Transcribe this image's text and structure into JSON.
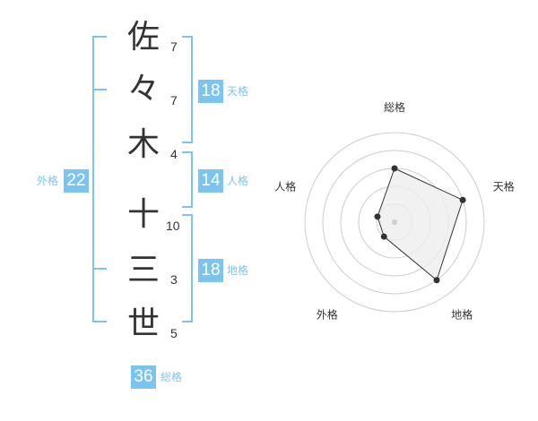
{
  "name": {
    "chars": [
      {
        "char": "佐",
        "strokes": "7"
      },
      {
        "char": "々",
        "strokes": "7"
      },
      {
        "char": "木",
        "strokes": "4"
      },
      {
        "char": "十",
        "strokes": "10"
      },
      {
        "char": "三",
        "strokes": "3"
      },
      {
        "char": "世",
        "strokes": "5"
      }
    ]
  },
  "fortunes": {
    "tenkaku": {
      "value": "18",
      "label": "天格"
    },
    "jinkaku": {
      "value": "14",
      "label": "人格"
    },
    "chikaku": {
      "value": "18",
      "label": "地格"
    },
    "gaikaku": {
      "value": "22",
      "label": "外格"
    },
    "soukaku": {
      "value": "36",
      "label": "総格"
    }
  },
  "chart_data": {
    "type": "radar",
    "axes": [
      "総格",
      "天格",
      "地格",
      "外格",
      "人格"
    ],
    "values": [
      3,
      4,
      4,
      1,
      1
    ],
    "max": 5,
    "rings": 5,
    "colors": {
      "fill": "#eeeeee",
      "stroke": "#333333",
      "ring": "#cccccc",
      "accent": "#7cc4f0"
    }
  }
}
